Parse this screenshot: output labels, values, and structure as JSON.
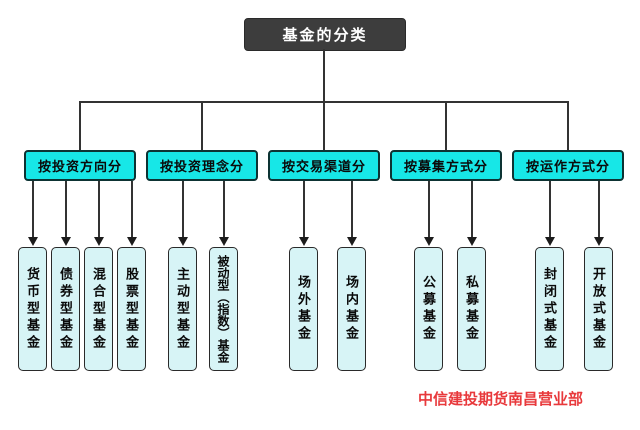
{
  "tree": {
    "root": "基金的分类",
    "groups": [
      {
        "label": "按投资方向分",
        "children": [
          "货币型基金",
          "债券型基金",
          "混合型基金",
          "股票型基金"
        ]
      },
      {
        "label": "按投资理念分",
        "children": [
          "主动型基金",
          "被动型（指数）基金"
        ]
      },
      {
        "label": "按交易渠道分",
        "children": [
          "场外基金",
          "场内基金"
        ]
      },
      {
        "label": "按募集方式分",
        "children": [
          "公募基金",
          "私募基金"
        ]
      },
      {
        "label": "按运作方式分",
        "children": [
          "封闭式基金",
          "开放式基金"
        ]
      }
    ]
  },
  "footer": {
    "credit": "中信建投期货南昌营业部"
  },
  "colors": {
    "root_fill": "#3d3d3d",
    "root_text": "#ffffff",
    "category_fill": "#17e7e7",
    "category_border": "#0d3333",
    "leaf_fill": "#d7f4f6",
    "line": "#333333",
    "credit_text": "#e8393c"
  }
}
